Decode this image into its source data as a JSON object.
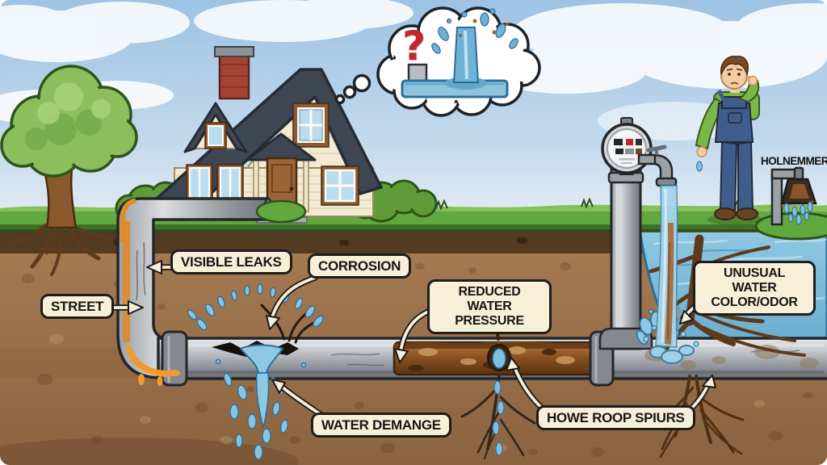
{
  "callouts": {
    "street": "STREET",
    "visible_leaks": "VISIBLE LEAKS",
    "corrosion": "CORROSION",
    "reduced_water_pressure": {
      "line1": "REDUCED",
      "line2": "WATER PRESSURE"
    },
    "water_damage": "WATER DEMANGE",
    "root_spurs": "HOWE ROOP SPIURS",
    "unusual_water": {
      "line1": "UNUSUAL WATER",
      "line2": "COLOR/ODOR"
    }
  },
  "annotations": {
    "spigot_label": "HOLNEMMER",
    "thought_question_mark": "?"
  },
  "colors": {
    "sky": "#9dc2e4",
    "grass": "#61a83e",
    "soil": "#9b7148",
    "pipe_gray": "#b4b8bd",
    "rust": "#8a5222",
    "water": "#7fbcdb",
    "leak_orange": "#f09a30",
    "callout_bg": "#f8efd8",
    "callout_border": "#1d1d1d",
    "question_mark": "#c0272d"
  }
}
